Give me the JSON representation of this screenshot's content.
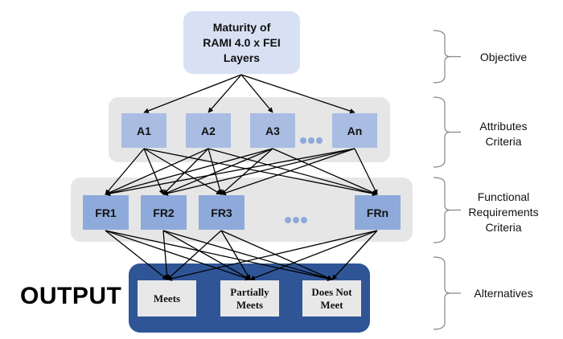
{
  "objective": {
    "label": "Maturity of RAMI 4.0 x FEI Layers",
    "lines": [
      "Maturity of",
      "RAMI 4.0 x FEI",
      "Layers"
    ]
  },
  "attributes": [
    {
      "id": "A1",
      "label": "A1"
    },
    {
      "id": "A2",
      "label": "A2"
    },
    {
      "id": "A3",
      "label": "A3"
    },
    {
      "id": "An",
      "label": "An"
    }
  ],
  "functional_requirements": [
    {
      "id": "FR1",
      "label": "FR1"
    },
    {
      "id": "FR2",
      "label": "FR2"
    },
    {
      "id": "FR3",
      "label": "FR3"
    },
    {
      "id": "FRn",
      "label": "FRn"
    }
  ],
  "alternatives": [
    {
      "id": "meets",
      "lines": [
        "Meets"
      ]
    },
    {
      "id": "partially-meets",
      "lines": [
        "Partially",
        "Meets"
      ]
    },
    {
      "id": "does-not-meet",
      "lines": [
        "Does Not",
        "Meet"
      ]
    }
  ],
  "output_label": "OUTPUT",
  "ellipsis_icon": "three-dots",
  "levels": [
    {
      "id": "objective",
      "lines": [
        "Objective"
      ]
    },
    {
      "id": "attributes-criteria",
      "lines": [
        "Attributes",
        "Criteria"
      ]
    },
    {
      "id": "functional-requirements-criteria",
      "lines": [
        "Functional",
        "Requirements",
        "Criteria"
      ]
    },
    {
      "id": "alternatives",
      "lines": [
        "Alternatives"
      ]
    }
  ],
  "connections": {
    "objective_to_attributes": [
      [
        "objective",
        "A1"
      ],
      [
        "objective",
        "A2"
      ],
      [
        "objective",
        "A3"
      ],
      [
        "objective",
        "An"
      ]
    ],
    "attributes_to_fr": "all-to-all",
    "fr_to_alternatives": "all-to-all"
  },
  "colors": {
    "objective_fill": "#d7e1f3",
    "attribute_fill": "#a9bde3",
    "fr_fill": "#8eaadb",
    "panel_gray": "#e6e6e6",
    "output_panel": "#2f5597",
    "alternative_fill": "#e8e8e8"
  }
}
